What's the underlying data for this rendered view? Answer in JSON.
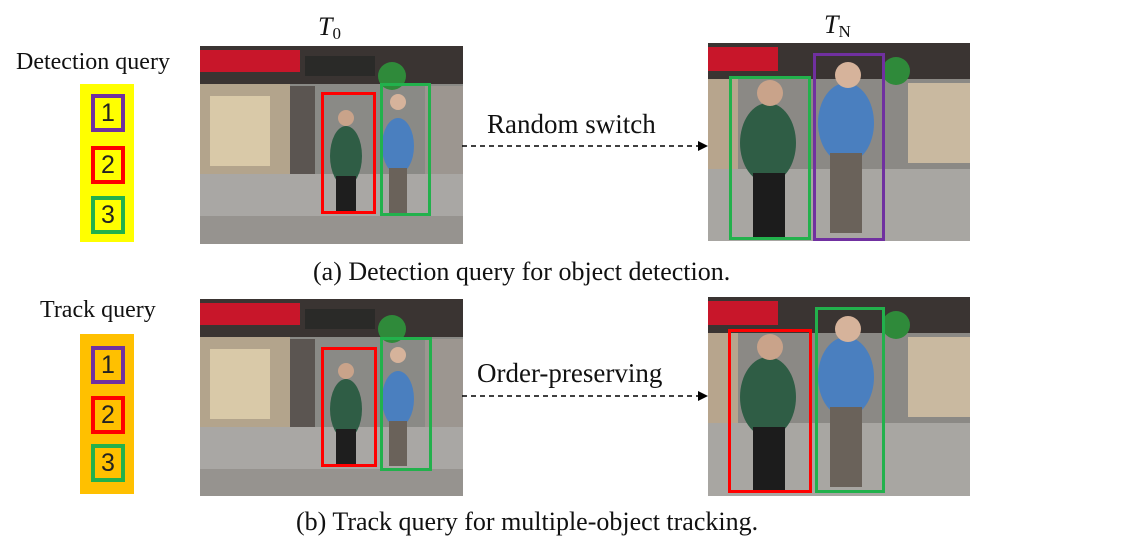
{
  "colors": {
    "purple": "#7030A0",
    "red": "#FF0000",
    "green": "#22B14C",
    "detection_panel": "#FFFF00",
    "track_panel": "#FFC000"
  },
  "time_labels": {
    "start_base": "T",
    "start_sub": "0",
    "end_base": "T",
    "end_sub": "N"
  },
  "detection": {
    "title": "Detection query",
    "queries": [
      {
        "label": "1",
        "color": "purple"
      },
      {
        "label": "2",
        "color": "red"
      },
      {
        "label": "3",
        "color": "green"
      }
    ],
    "arrow_label": "Random switch",
    "caption": "(a) Detection query for object detection."
  },
  "track": {
    "title": "Track query",
    "queries": [
      {
        "label": "1",
        "color": "purple"
      },
      {
        "label": "2",
        "color": "red"
      },
      {
        "label": "3",
        "color": "green"
      }
    ],
    "arrow_label": "Order-preserving",
    "caption": "(b) Track query for multiple-object tracking."
  }
}
